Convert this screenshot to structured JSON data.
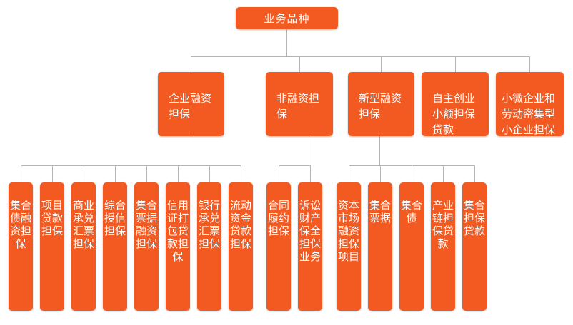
{
  "chart": {
    "root": "业务品种",
    "categories": [
      {
        "label": "企业融资\n担保",
        "children": [
          "集合债融资担保",
          "项目贷款担保",
          "商业承兑汇票担保",
          "综合授信担保",
          "集合票据融资担保",
          "信用证打包贷款担保",
          "银行承兑汇票担保",
          "流动资金贷款担保"
        ]
      },
      {
        "label": "非融资担\n保",
        "children": [
          "合同履约担保",
          "诉讼财产保全担保业务"
        ]
      },
      {
        "label": "新型融资\n担保",
        "children": [
          "资本市场融资担保项目",
          "集合票据",
          "集合债",
          "产业链担保贷款",
          "集合担保贷款"
        ]
      },
      {
        "label": "自主创业\n小额担保\n贷款",
        "children": []
      },
      {
        "label": "小微企业和\n劳动密集型\n小企业担保\n贷款",
        "children": []
      }
    ]
  },
  "colors": {
    "node_fill": "#f25a22",
    "node_text": "#ffffff",
    "connector": "#b5b5b5"
  }
}
